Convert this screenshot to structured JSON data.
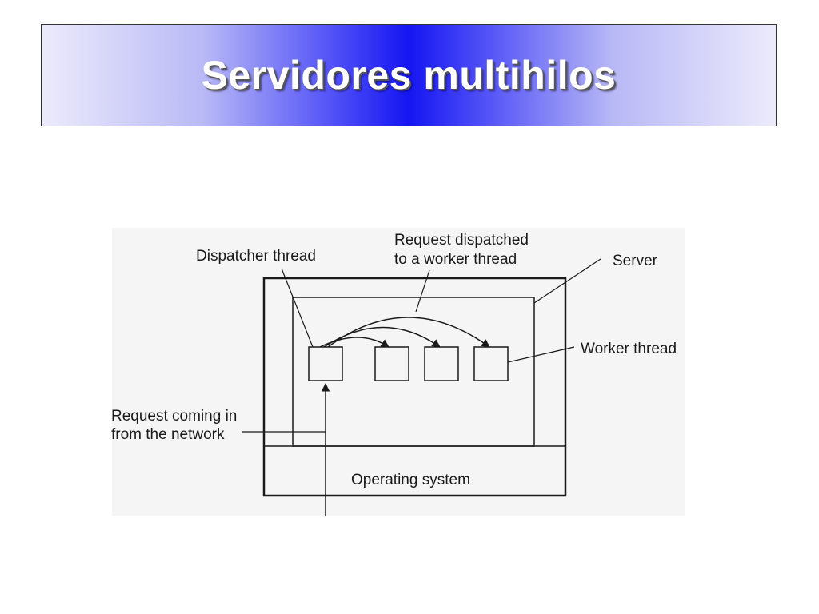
{
  "slide": {
    "title": "Servidores multihilos"
  },
  "diagram": {
    "labels": {
      "dispatcher_thread": "Dispatcher thread",
      "request_dispatched_line1": "Request dispatched",
      "request_dispatched_line2": "to a worker thread",
      "server": "Server",
      "worker_thread": "Worker thread",
      "request_incoming_line1": "Request coming in",
      "request_incoming_line2": "from the network",
      "operating_system": "Operating system"
    },
    "colors": {
      "stroke": "#1a1a1a",
      "figure_background": "#f5f5f5",
      "banner_center": "#1515f2",
      "banner_edge": "#ecebfb"
    }
  }
}
